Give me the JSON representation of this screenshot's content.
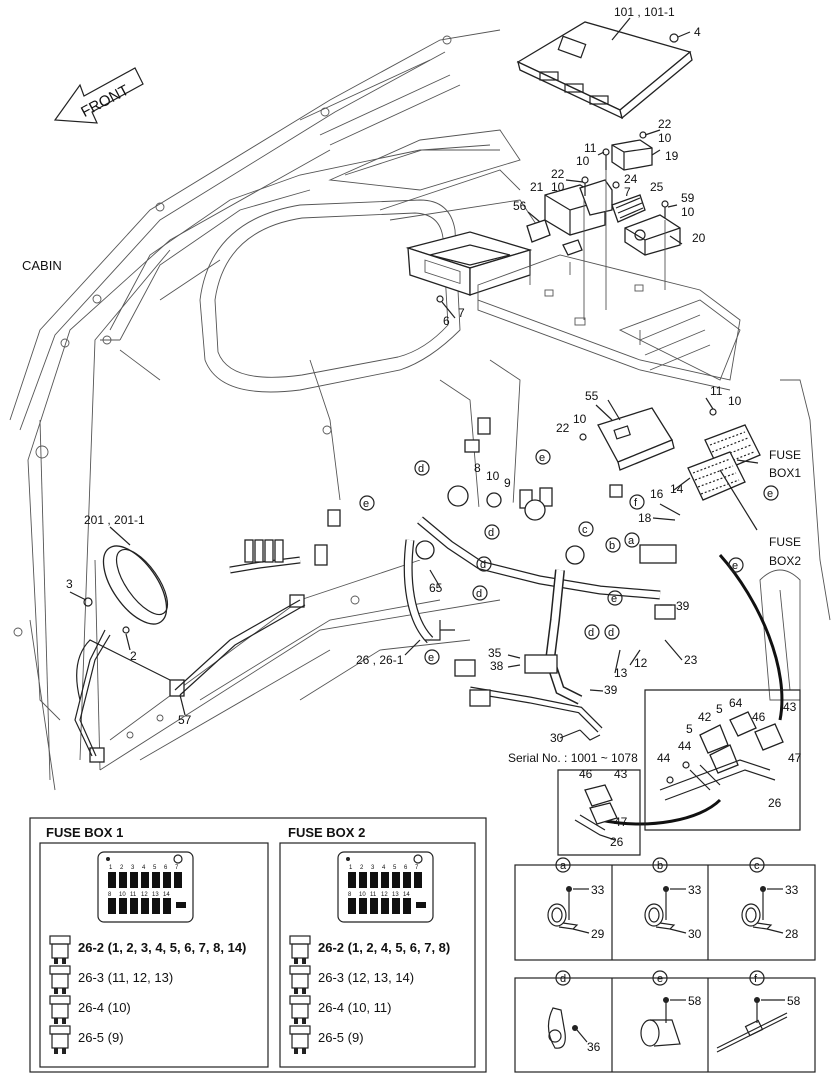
{
  "labels": {
    "front": "FRONT",
    "cabin": "CABIN",
    "fuse_box1_line1": "FUSE",
    "fuse_box1_line2": "BOX1",
    "fuse_box2_line1": "FUSE",
    "fuse_box2_line2": "BOX2",
    "serial": "Serial No. : 1001 ~ 1078"
  },
  "callouts": {
    "p101": "101 , 101-1",
    "p4": "4",
    "p22a": "22",
    "p10a": "10",
    "p11a": "11",
    "p10b": "10",
    "p19": "19",
    "p22b": "22",
    "p24": "24",
    "p21": "21",
    "p10c": "10",
    "p7a": "7",
    "p25": "25",
    "p59": "59",
    "p10d": "10",
    "p56": "56",
    "p20": "20",
    "p6": "6",
    "p7b": "7",
    "p55": "55",
    "p11b": "11",
    "p10e": "10",
    "p10f": "10",
    "p22c": "22",
    "p8": "8",
    "p10g": "10",
    "p9": "9",
    "p16": "16",
    "p14": "14",
    "p18": "18",
    "p201": "201 , 201-1",
    "p3": "3",
    "p2": "2",
    "p65": "65",
    "p39a": "39",
    "p23": "23",
    "p12": "12",
    "p13": "13",
    "p35": "35",
    "p38": "38",
    "p26a": "26 , 26-1",
    "p57": "57",
    "p39b": "39",
    "p30": "30",
    "p64": "64",
    "p5a": "5",
    "p42": "42",
    "p46a": "46",
    "p43a": "43",
    "p5b": "5",
    "p47a": "47",
    "p44a": "44",
    "p44b": "44",
    "p26b": "26",
    "p46b": "46",
    "p43b": "43",
    "p47b": "47",
    "p26c": "26"
  },
  "letter_tags": {
    "a": "a",
    "b": "b",
    "c": "c",
    "d": "d",
    "e": "e",
    "f": "f"
  },
  "fuse_box_1": {
    "title": "FUSE BOX 1",
    "rows": [
      {
        "part": "26-2",
        "detail": "(1, 2, 3, 4, 5, 6, 7, 8, 14)",
        "bold": true
      },
      {
        "part": "26-3",
        "detail": "(11, 12, 13)",
        "bold": false
      },
      {
        "part": "26-4",
        "detail": "(10)",
        "bold": false
      },
      {
        "part": "26-5",
        "detail": "(9)",
        "bold": false
      }
    ]
  },
  "fuse_box_2": {
    "title": "FUSE BOX 2",
    "rows": [
      {
        "part": "26-2",
        "detail": "(1, 2, 4, 5, 6, 7, 8)",
        "bold": true
      },
      {
        "part": "26-3",
        "detail": "(12, 13, 14)",
        "bold": false
      },
      {
        "part": "26-4",
        "detail": "(10, 11)",
        "bold": false
      },
      {
        "part": "26-5",
        "detail": "(9)",
        "bold": false
      }
    ]
  },
  "fuse_numbers": {
    "top": [
      "1",
      "2",
      "3",
      "4",
      "5",
      "6",
      "7"
    ],
    "bottom": [
      "8",
      "10",
      "11",
      "12",
      "13",
      "14"
    ]
  },
  "clamp_details": [
    {
      "tag": "a",
      "bolt": "33",
      "clamp": "29"
    },
    {
      "tag": "b",
      "bolt": "33",
      "clamp": "30"
    },
    {
      "tag": "c",
      "bolt": "33",
      "clamp": "28"
    },
    {
      "tag": "d",
      "bolt": "36",
      "clamp": ""
    },
    {
      "tag": "e",
      "bolt": "58",
      "clamp": ""
    },
    {
      "tag": "f",
      "bolt": "58",
      "clamp": ""
    }
  ]
}
